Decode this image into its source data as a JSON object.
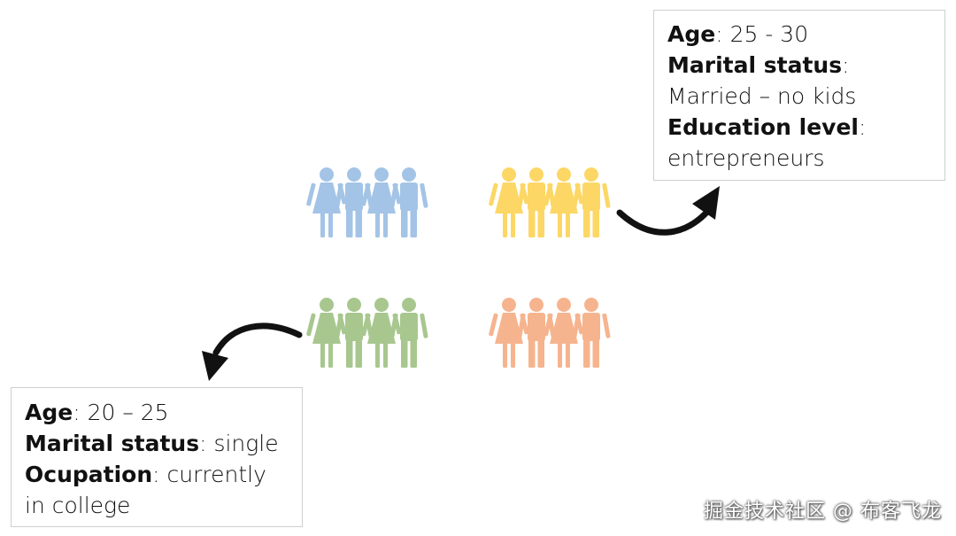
{
  "groups": [
    {
      "id": "blue",
      "color": "#a3c4e6"
    },
    {
      "id": "yellow",
      "color": "#fcd765"
    },
    {
      "id": "green",
      "color": "#a8c78f"
    },
    {
      "id": "orange",
      "color": "#f6b48e"
    }
  ],
  "box_yellow": {
    "age_label": "Age",
    "age_value": ": 25 - 30",
    "marital_label": "Marital status",
    "marital_colon": ":",
    "marital_value": "Married – no kids",
    "education_label": "Education level",
    "education_colon": ":",
    "education_value": "entrepreneurs"
  },
  "box_green": {
    "age_label": "Age",
    "age_value": ": 20 – 25",
    "marital_label": "Marital status",
    "marital_value": ": single",
    "occupation_label": "Ocupation",
    "occupation_value": ": currently",
    "occupation_value_2": "in college"
  },
  "watermark": "掘金技术社区 @ 布客飞龙"
}
